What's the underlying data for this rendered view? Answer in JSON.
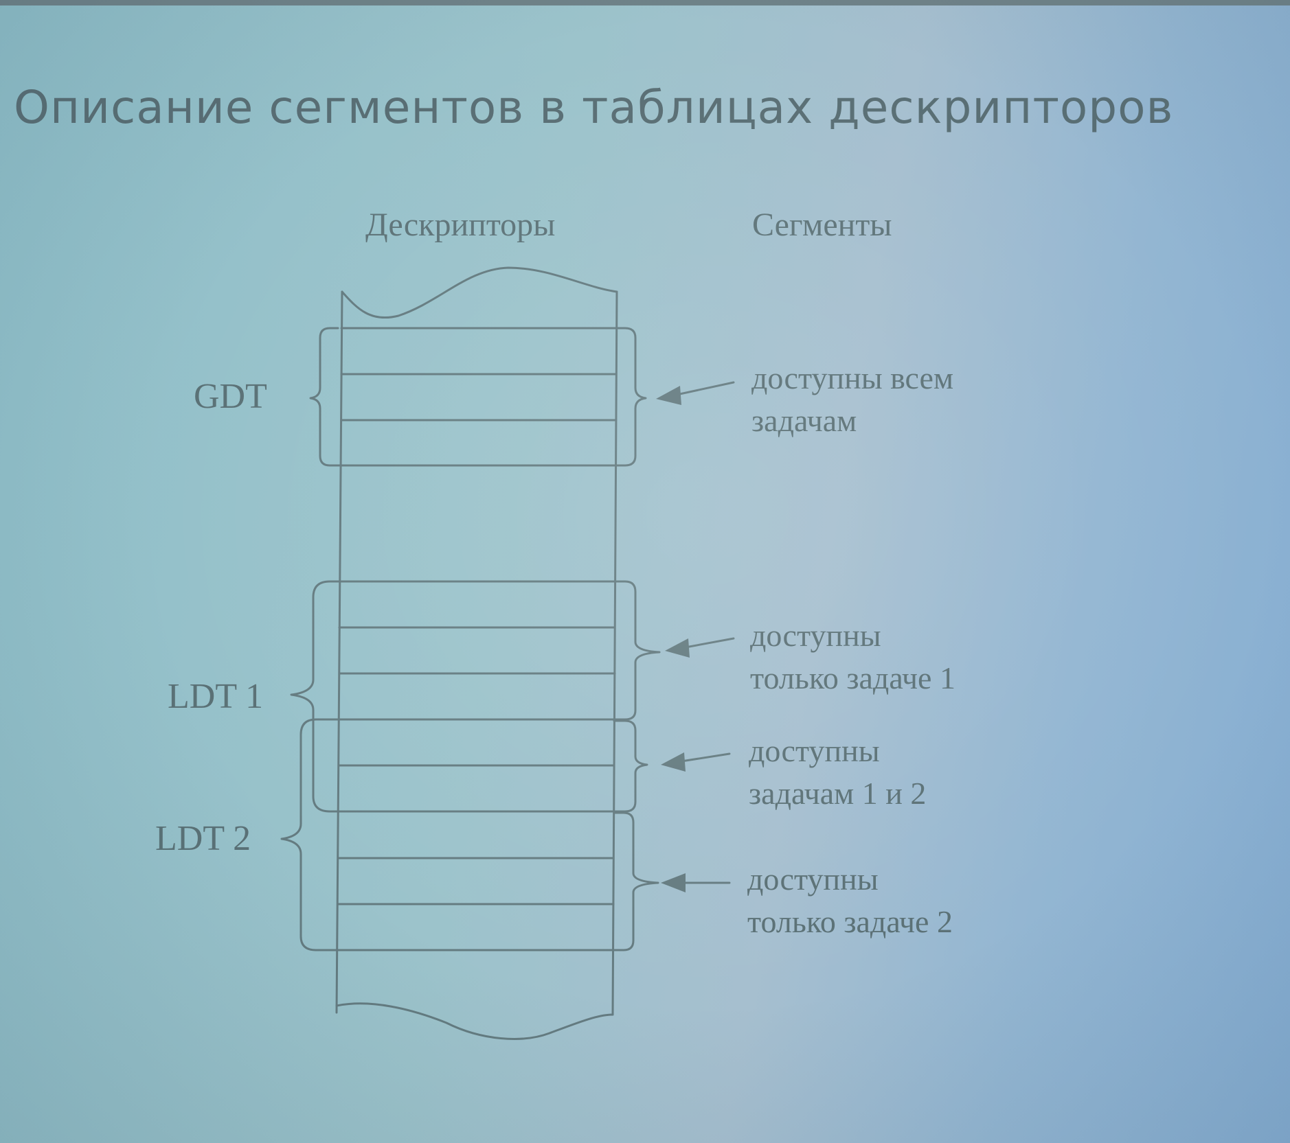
{
  "title": "Описание сегментов в таблицах дескрипторов",
  "columns": {
    "descriptors": "Дескрипторы",
    "segments": "Сегменты"
  },
  "tables": {
    "gdt": "GDT",
    "ldt1": "LDT 1",
    "ldt2": "LDT 2"
  },
  "segment_groups": [
    {
      "line1": "доступны всем",
      "line2": "задачам"
    },
    {
      "line1": "доступны",
      "line2": "только задаче 1"
    },
    {
      "line1": "доступны",
      "line2": "задачам 1 и 2"
    },
    {
      "line1": "доступны",
      "line2": "только задаче 2"
    }
  ],
  "colors": {
    "background": "#9cc3cb",
    "line": "#647b80",
    "text": "#5a7075"
  }
}
